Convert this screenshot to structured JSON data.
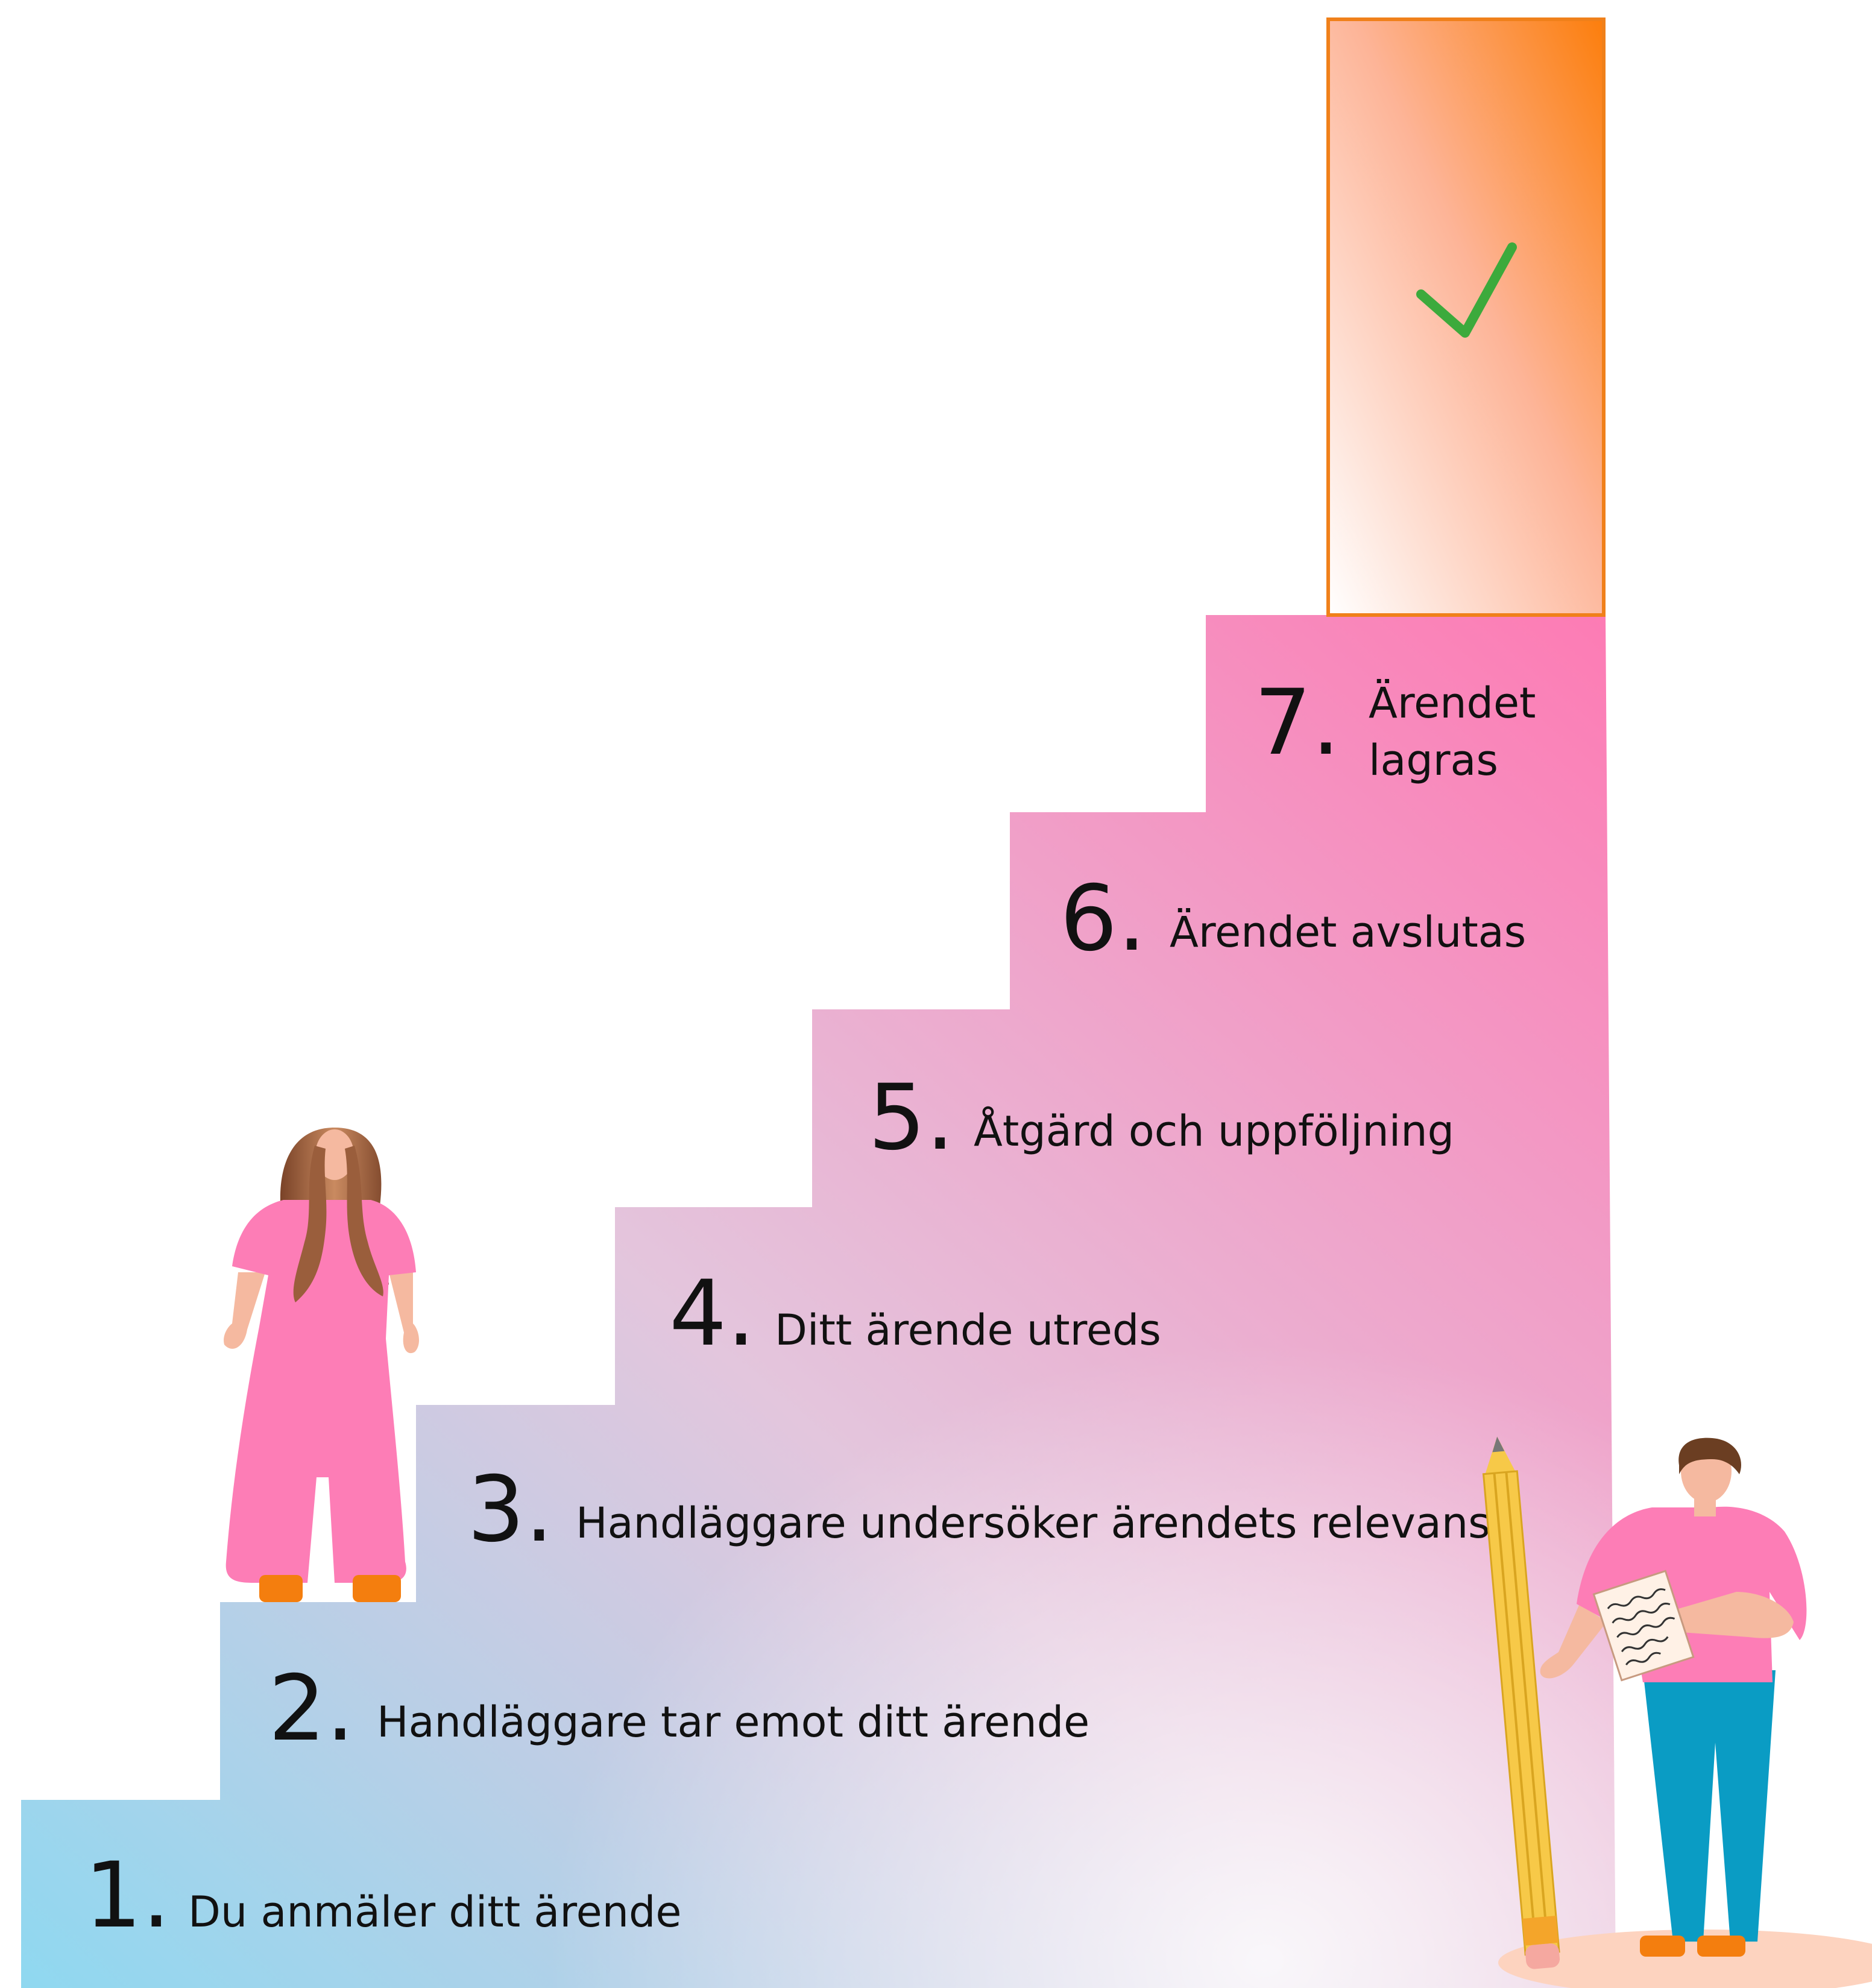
{
  "steps": [
    {
      "number": "1.",
      "label": "Du anmäler ditt ärende"
    },
    {
      "number": "2.",
      "label": "Handläggare tar emot ditt ärende"
    },
    {
      "number": "3.",
      "label": "Handläggare undersöker ärendets relevans"
    },
    {
      "number": "4.",
      "label": "Ditt ärende utreds"
    },
    {
      "number": "5.",
      "label": "Åtgärd och uppföljning"
    },
    {
      "number": "6.",
      "label": "Ärendet avslutas"
    },
    {
      "number": "7.",
      "label_line1": "Ärendet",
      "label_line2": "lagras"
    }
  ],
  "colors": {
    "stair_start": "#8fd8f0",
    "stair_mid": "#e3c6dd",
    "stair_end": "#fd7bb4",
    "goal_box_start": "#ffffff",
    "goal_box_end": "#fc7e0c",
    "goal_box_border": "#f0801a",
    "check": "#3caa3c",
    "woman_outfit": "#fd7db6",
    "woman_hair": "#9a5e3c",
    "skin": "#f5b9a0",
    "shoes": "#f47e0e",
    "man_shirt": "#fd7db6",
    "man_pants": "#0a9cc4",
    "man_hair": "#6b3e22",
    "pencil": "#f7c948",
    "ground_shadow": "#fdd3bf"
  },
  "icons": {
    "goal": "checkmark-icon",
    "woman": "woman-figure",
    "man": "man-with-notepad-figure",
    "pencil": "pencil-icon"
  }
}
